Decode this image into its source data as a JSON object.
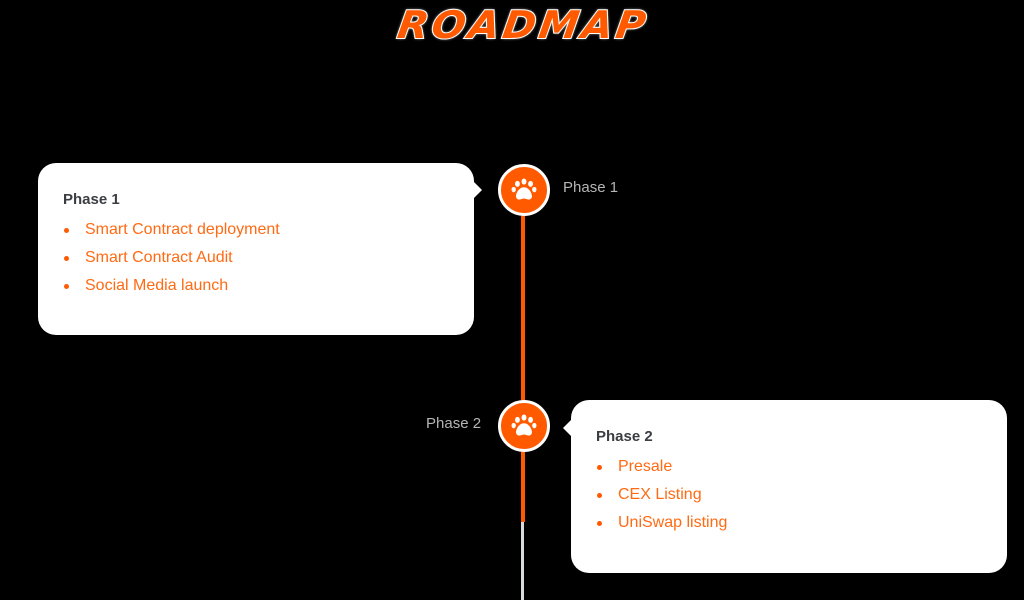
{
  "header": {
    "title": "ROADMAP"
  },
  "colors": {
    "accent": "#ff5a00",
    "text_dark": "#3a3d42",
    "label_gray": "#b5b5b5",
    "background": "#000000",
    "card": "#ffffff"
  },
  "timeline": {
    "phases": [
      {
        "node_label": "Phase 1",
        "icon": "paw-icon",
        "card_title": "Phase 1",
        "items": [
          "Smart Contract deployment",
          "Smart Contract Audit",
          "Social Media launch"
        ]
      },
      {
        "node_label": "Phase 2",
        "icon": "paw-icon",
        "card_title": "Phase 2",
        "items": [
          "Presale",
          "CEX Listing",
          "UniSwap listing"
        ]
      }
    ]
  }
}
